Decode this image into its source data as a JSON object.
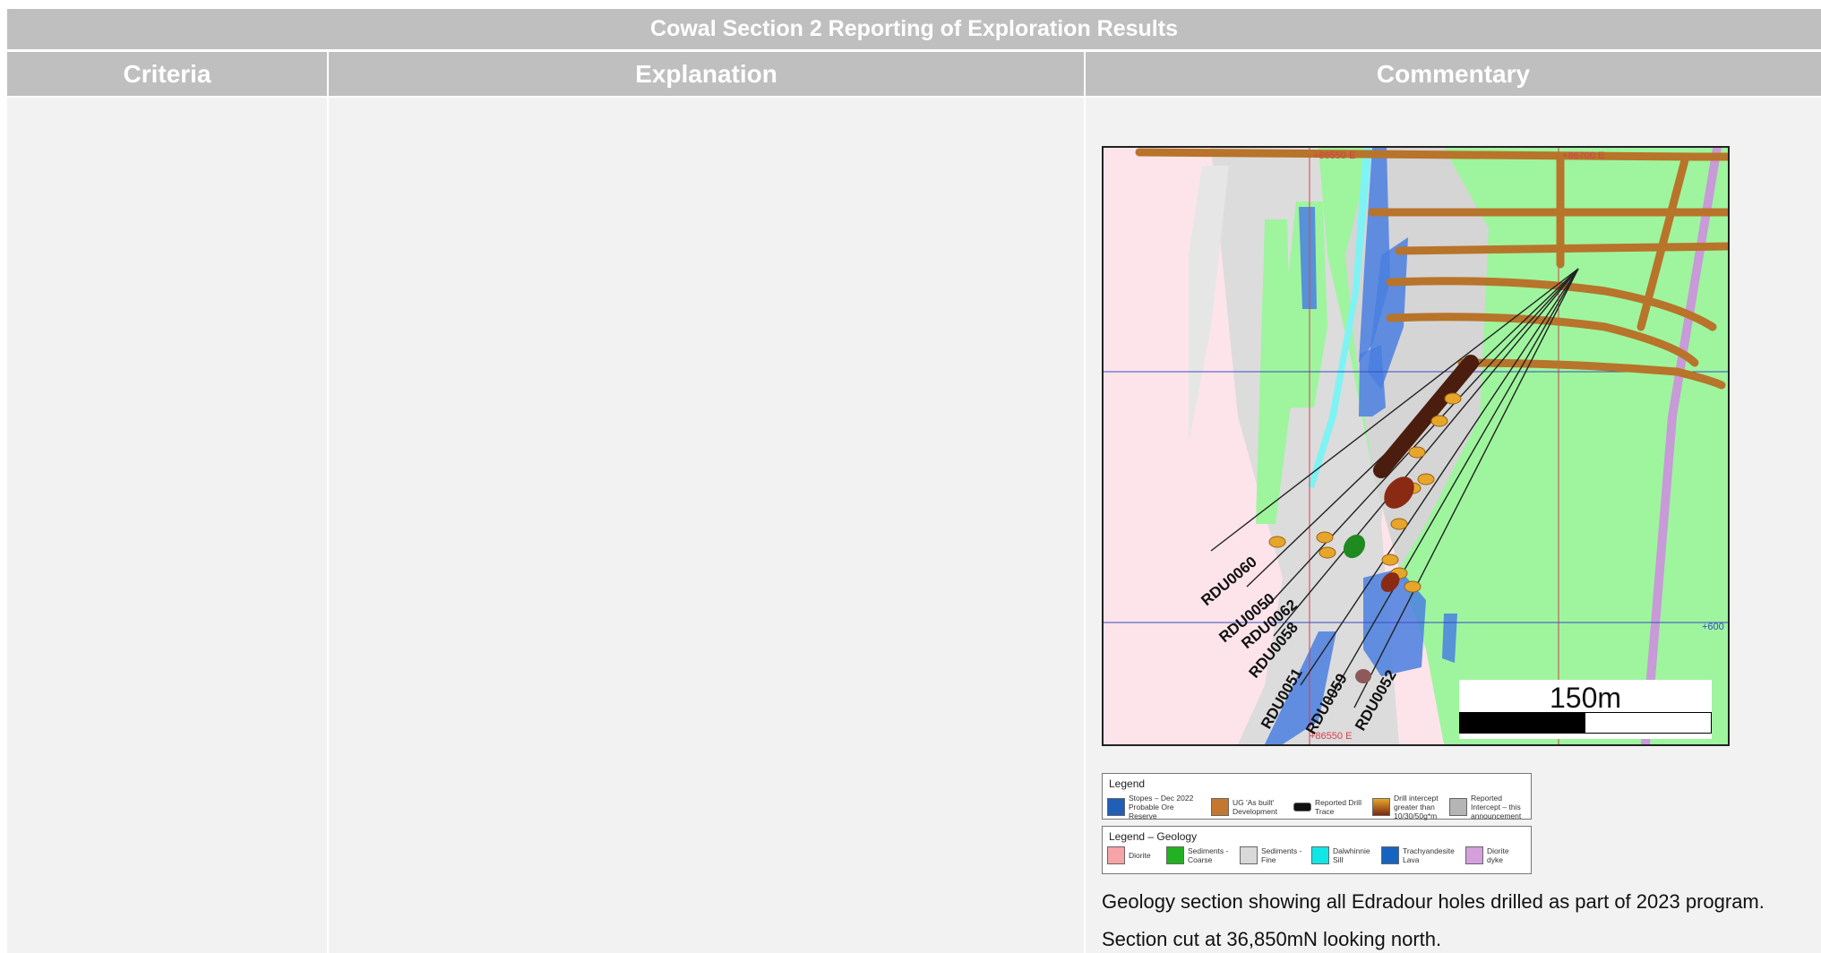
{
  "table": {
    "title": "Cowal Section 2 Reporting of Exploration Results",
    "headers": {
      "criteria": "Criteria",
      "explanation": "Explanation",
      "commentary": "Commentary"
    }
  },
  "figure": {
    "grid_labels": {
      "top_left": "+86550 E",
      "top_right": "+86700 E",
      "bottom": "+86550 E",
      "right_elev": "+600"
    },
    "drill_holes": [
      "RDU0060",
      "RDU0050",
      "RDU0062",
      "RDU0058",
      "RDU0051",
      "RDU0059",
      "RDU0052"
    ],
    "scale_label": "150m",
    "colors": {
      "diorite": "#fce4ea",
      "sediments_coarse": "#9ef59e",
      "sediments_fine": "#dcdcdc",
      "dalwhinnie_sill": "#7ff3f3",
      "stopes": "#4a7fe0",
      "development": "#b8742a",
      "trachyandesite": "#1f6fc4",
      "diorite_dyke": "#c89ad8",
      "drill_trace": "#111111"
    }
  },
  "legend": {
    "title": "Legend",
    "items": [
      {
        "label": "Stopes – Dec 2022 Probable Ore Reserve",
        "color": "#1f5fb5"
      },
      {
        "label": "UG 'As built' Development",
        "color": "#c4782f"
      },
      {
        "label": "Reported Drill Trace",
        "color": "#111111"
      },
      {
        "label": "Drill intercept greater than 10/30/50g*m",
        "color": "#d9902a"
      },
      {
        "label": "Reported Intercept – this announcement",
        "color": "#b5b5b5"
      }
    ]
  },
  "legend_geology": {
    "title": "Legend – Geology",
    "items": [
      {
        "label": "Diorite",
        "color": "#f7a3a8"
      },
      {
        "label": "Sediments - Coarse",
        "color": "#22b122"
      },
      {
        "label": "Sediments - Fine",
        "color": "#d9d9d9"
      },
      {
        "label": "Dalwhinnie Sill",
        "color": "#10e6e6"
      },
      {
        "label": "Trachyandesite Lava",
        "color": "#1565c0"
      },
      {
        "label": "Diorite dyke",
        "color": "#d4a0dc"
      }
    ]
  },
  "captions": {
    "line1": "Geology section showing all Edradour holes drilled as part of 2023 program.",
    "line2": "Section cut at 36,850mN looking north."
  }
}
